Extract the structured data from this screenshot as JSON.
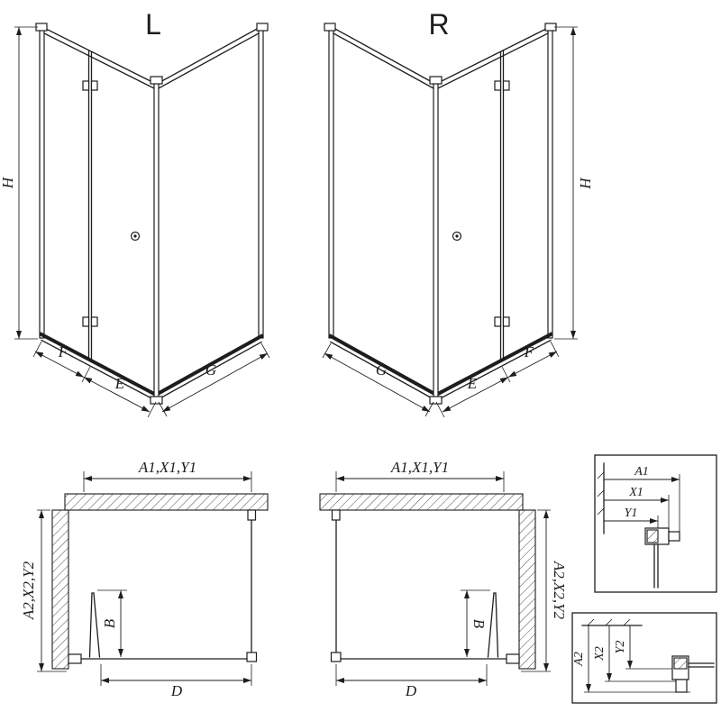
{
  "page": {
    "background": "#ffffff",
    "line_color": "#1d1d1b"
  },
  "views_3d": {
    "left": {
      "label": "L",
      "h": "H",
      "f": "F",
      "e": "E",
      "g": "G"
    },
    "right": {
      "label": "R",
      "h": "H",
      "f": "F",
      "e": "E",
      "g": "G"
    }
  },
  "plans": {
    "left": {
      "width": "A1,X1,Y1",
      "depth": "A2,X2,Y2",
      "door_projection": "B",
      "entry": "D"
    },
    "right": {
      "width": "A1,X1,Y1",
      "depth": "A2,X2,Y2",
      "door_projection": "B",
      "entry": "D"
    }
  },
  "details": {
    "width": {
      "a1": "A1",
      "x1": "X1",
      "y1": "Y1"
    },
    "depth": {
      "a2": "A2",
      "x2": "X2",
      "y2": "Y2"
    }
  }
}
